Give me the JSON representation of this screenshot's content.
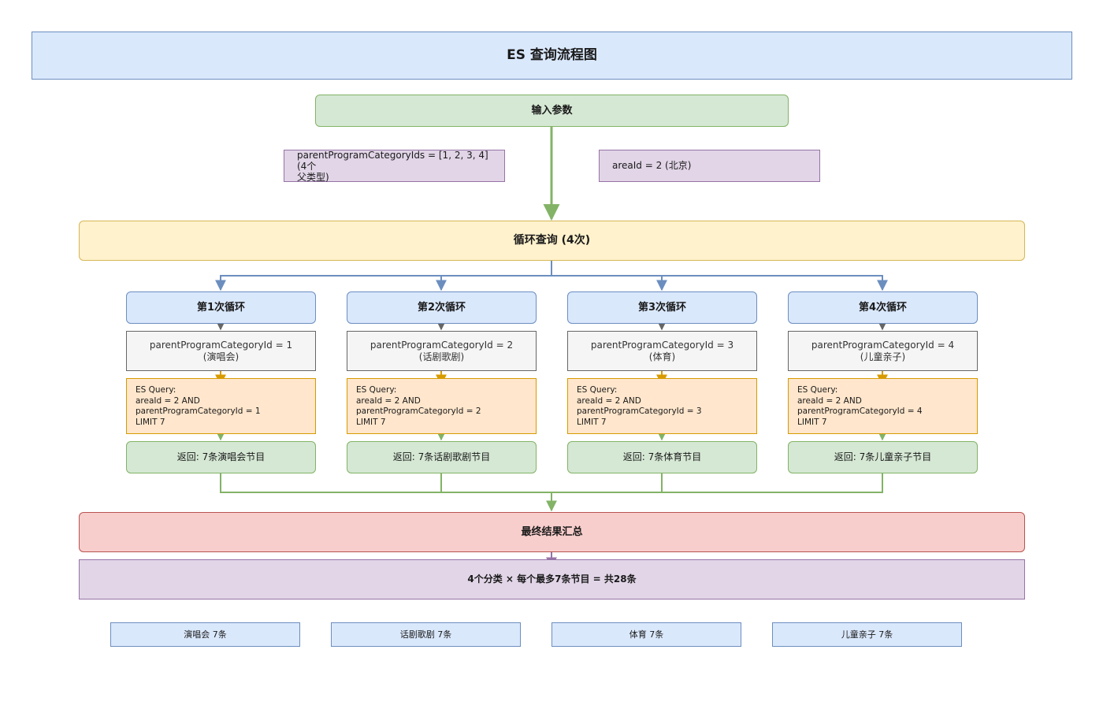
{
  "title": "ES 查询流程图",
  "input": {
    "label": "输入参数",
    "params": [
      "parentProgramCategoryIds = [1, 2, 3, 4] (4个\n父类型)",
      "areaId = 2 (北京)"
    ]
  },
  "loop": {
    "label": "循环查询 (4次)"
  },
  "iterations": [
    {
      "label": "第1次循环",
      "param": "parentProgramCategoryId = 1\n(演唱会)",
      "query": "ES Query:\nareaId = 2 AND\nparentProgramCategoryId = 1\nLIMIT 7",
      "result": "返回: 7条演唱会节目"
    },
    {
      "label": "第2次循环",
      "param": "parentProgramCategoryId = 2\n(话剧歌剧)",
      "query": "ES Query:\nareaId = 2 AND\nparentProgramCategoryId = 2\nLIMIT 7",
      "result": "返回: 7条话剧歌剧节目"
    },
    {
      "label": "第3次循环",
      "param": "parentProgramCategoryId = 3\n(体育)",
      "query": "ES Query:\nareaId = 2 AND\nparentProgramCategoryId = 3\nLIMIT 7",
      "result": "返回: 7条体育节目"
    },
    {
      "label": "第4次循环",
      "param": "parentProgramCategoryId = 4\n(儿童亲子)",
      "query": "ES Query:\nareaId = 2 AND\nparentProgramCategoryId = 4\nLIMIT 7",
      "result": "返回: 7条儿童亲子节目"
    }
  ],
  "final": {
    "label": "最终结果汇总",
    "summary": "4个分类 × 每个最多7条节目 = 共28条"
  },
  "categories": [
    "演唱会 7条",
    "话剧歌剧 7条",
    "体育 7条",
    "儿童亲子 7条"
  ],
  "colors": {
    "blue_fill": "#dae8fc",
    "blue_stroke": "#6c8ebf",
    "green_fill": "#d5e8d4",
    "green_stroke": "#82b366",
    "purple_fill": "#e1d5e7",
    "purple_stroke": "#9673a6",
    "yellow_fill": "#fff2cc",
    "yellow_stroke": "#d6b656",
    "grey_fill": "#f5f5f5",
    "grey_stroke": "#666666",
    "orange_fill": "#ffe6cc",
    "orange_stroke": "#d79b00",
    "red_fill": "#f8cecc",
    "red_stroke": "#b85450"
  }
}
